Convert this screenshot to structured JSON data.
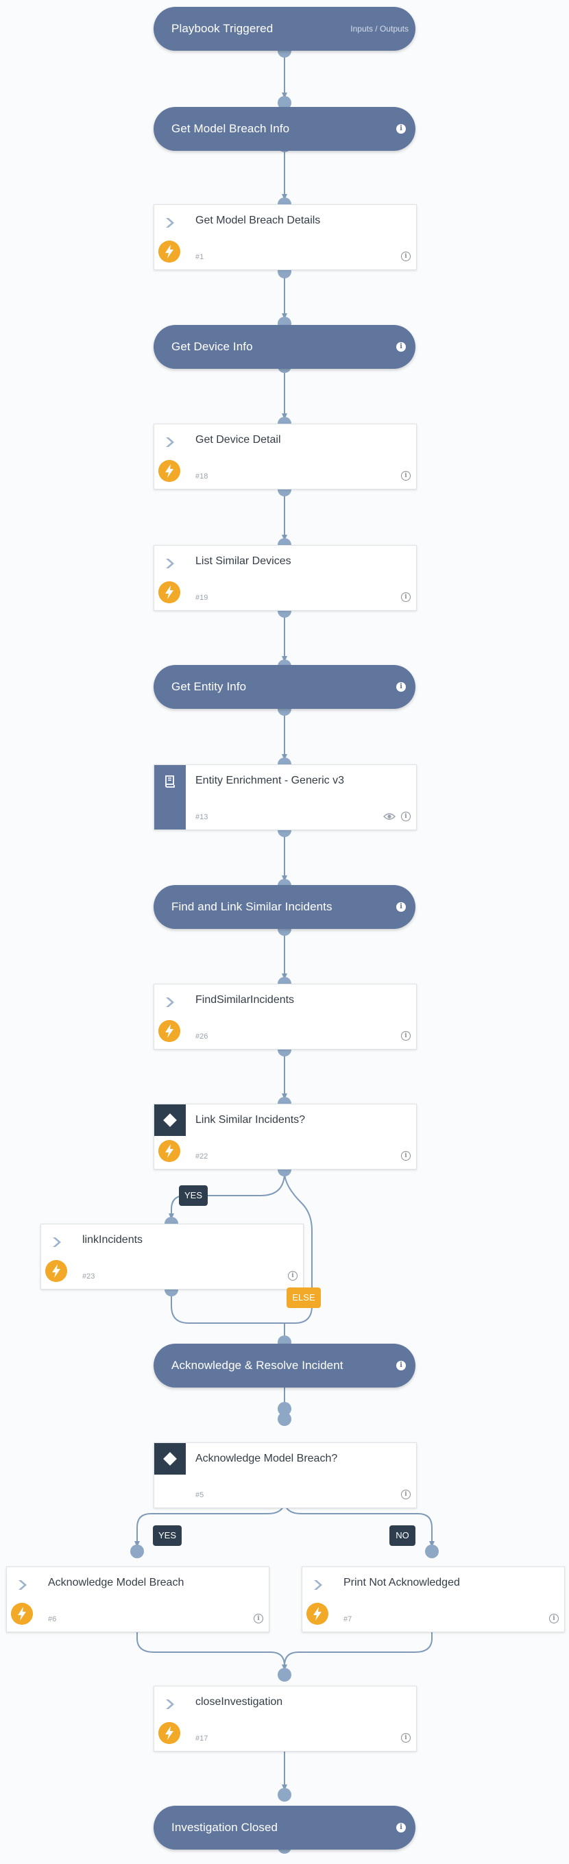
{
  "nodes": {
    "start": {
      "title": "Playbook Triggered",
      "io": "Inputs / Outputs"
    },
    "sec_model": {
      "title": "Get Model Breach Info"
    },
    "t1": {
      "title": "Get Model Breach Details",
      "num": "#1"
    },
    "sec_device": {
      "title": "Get Device Info"
    },
    "t18": {
      "title": "Get Device Detail",
      "num": "#18"
    },
    "t19": {
      "title": "List Similar Devices",
      "num": "#19"
    },
    "sec_entity": {
      "title": "Get Entity Info"
    },
    "t13": {
      "title": "Entity Enrichment - Generic v3",
      "num": "#13"
    },
    "sec_find": {
      "title": "Find and Link Similar Incidents"
    },
    "t26": {
      "title": "FindSimilarIncidents",
      "num": "#26"
    },
    "c22": {
      "title": "Link Similar Incidents?",
      "num": "#22"
    },
    "t23": {
      "title": "linkIncidents",
      "num": "#23"
    },
    "sec_ack": {
      "title": "Acknowledge & Resolve Incident"
    },
    "c5": {
      "title": "Acknowledge Model Breach?",
      "num": "#5"
    },
    "t6": {
      "title": "Acknowledge Model Breach",
      "num": "#6"
    },
    "t7": {
      "title": "Print Not Acknowledged",
      "num": "#7"
    },
    "t17": {
      "title": "closeInvestigation",
      "num": "#17"
    },
    "end": {
      "title": "Investigation Closed"
    }
  },
  "labels": {
    "yes": "YES",
    "no": "NO",
    "else": "ELSE"
  },
  "icons": {
    "task": "chevron-right-icon",
    "automation": "lightning-bolt-icon",
    "info": "info-icon",
    "playbook": "book-icon",
    "condition": "diamond-icon",
    "view": "eye-icon"
  },
  "colors": {
    "section": "#61769d",
    "condition": "#2e3e4f",
    "automation": "#f2a928",
    "connector": "#7f9ab9",
    "else_tag": "#f2a928"
  }
}
